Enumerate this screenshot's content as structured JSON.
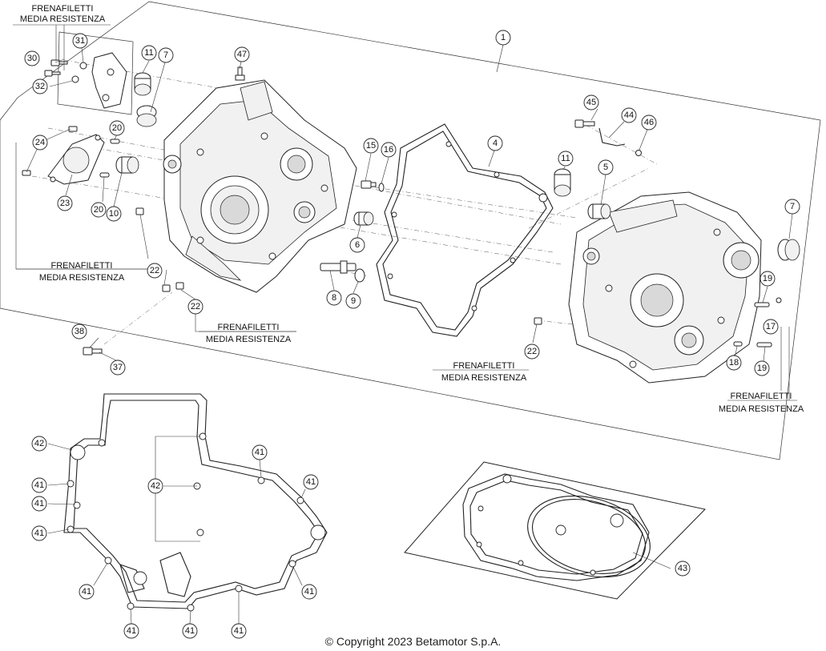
{
  "copyright": "© Copyright 2023 Betamotor S.p.A.",
  "notes": [
    {
      "id": "n1",
      "lines": [
        "FRENAFILETTI",
        "MEDIA RESISTENZA"
      ]
    },
    {
      "id": "n2",
      "lines": [
        "FRENAFILETTI",
        "MEDIA RESISTENZA"
      ]
    },
    {
      "id": "n3",
      "lines": [
        "FRENAFILETTI",
        "MEDIA RESISTENZA"
      ]
    },
    {
      "id": "n4",
      "lines": [
        "FRENAFILETTI",
        "MEDIA RESISTENZA"
      ]
    },
    {
      "id": "n5",
      "lines": [
        "FRENAFILETTI",
        "MEDIA RESISTENZA"
      ]
    }
  ],
  "callouts": [
    {
      "id": "c1",
      "label": "1"
    },
    {
      "id": "c4",
      "label": "4"
    },
    {
      "id": "c5",
      "label": "5"
    },
    {
      "id": "c6",
      "label": "6"
    },
    {
      "id": "c7a",
      "label": "7"
    },
    {
      "id": "c7b",
      "label": "7"
    },
    {
      "id": "c8",
      "label": "8"
    },
    {
      "id": "c9",
      "label": "9"
    },
    {
      "id": "c10",
      "label": "10"
    },
    {
      "id": "c11a",
      "label": "11"
    },
    {
      "id": "c11b",
      "label": "11"
    },
    {
      "id": "c15",
      "label": "15"
    },
    {
      "id": "c16",
      "label": "16"
    },
    {
      "id": "c17",
      "label": "17"
    },
    {
      "id": "c18",
      "label": "18"
    },
    {
      "id": "c19a",
      "label": "19"
    },
    {
      "id": "c19b",
      "label": "19"
    },
    {
      "id": "c20a",
      "label": "20"
    },
    {
      "id": "c20b",
      "label": "20"
    },
    {
      "id": "c22a",
      "label": "22"
    },
    {
      "id": "c22b",
      "label": "22"
    },
    {
      "id": "c22c",
      "label": "22"
    },
    {
      "id": "c23",
      "label": "23"
    },
    {
      "id": "c24",
      "label": "24"
    },
    {
      "id": "c30",
      "label": "30"
    },
    {
      "id": "c31",
      "label": "31"
    },
    {
      "id": "c32",
      "label": "32"
    },
    {
      "id": "c37",
      "label": "37"
    },
    {
      "id": "c38",
      "label": "38"
    },
    {
      "id": "c41a",
      "label": "41"
    },
    {
      "id": "c41b",
      "label": "41"
    },
    {
      "id": "c41c",
      "label": "41"
    },
    {
      "id": "c41d",
      "label": "41"
    },
    {
      "id": "c41e",
      "label": "41"
    },
    {
      "id": "c41f",
      "label": "41"
    },
    {
      "id": "c41g",
      "label": "41"
    },
    {
      "id": "c41h",
      "label": "41"
    },
    {
      "id": "c41i",
      "label": "41"
    },
    {
      "id": "c41j",
      "label": "41"
    },
    {
      "id": "c41k",
      "label": "41"
    },
    {
      "id": "c42a",
      "label": "42"
    },
    {
      "id": "c42b",
      "label": "42"
    },
    {
      "id": "c43",
      "label": "43"
    },
    {
      "id": "c44",
      "label": "44"
    },
    {
      "id": "c45",
      "label": "45"
    },
    {
      "id": "c46",
      "label": "46"
    },
    {
      "id": "c47",
      "label": "47"
    }
  ]
}
